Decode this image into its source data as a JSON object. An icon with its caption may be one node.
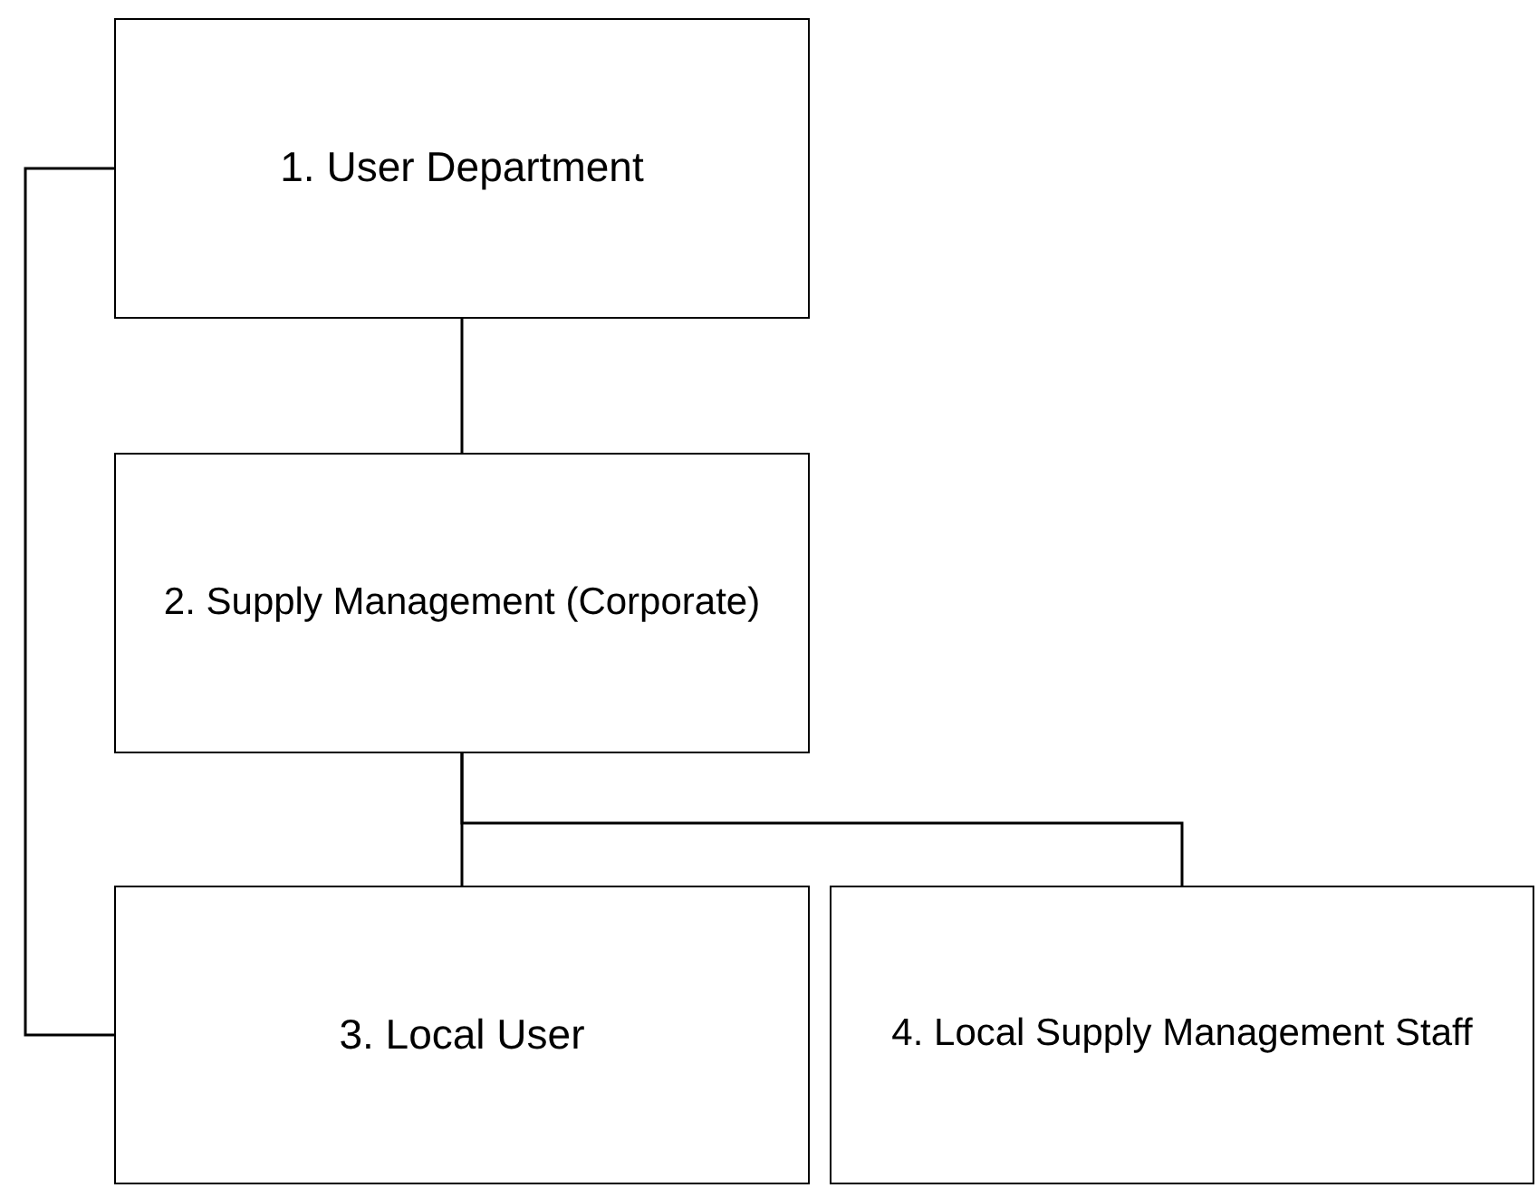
{
  "diagram": {
    "nodes": [
      {
        "text": [
          "1. User Department"
        ]
      },
      {
        "text": [
          "2. Supply Management (Corporate)"
        ]
      },
      {
        "text": [
          "3. Local User"
        ]
      },
      {
        "text": [
          "4. Local Supply Management Staff"
        ]
      }
    ],
    "edges": [
      {
        "from": 0,
        "to": 1,
        "arrow": "none"
      },
      {
        "from": 1,
        "to": 2,
        "arrow": "none"
      },
      {
        "from": 1,
        "to": 3,
        "arrow": "none"
      },
      {
        "from": 0,
        "to": 2,
        "arrow": "none"
      }
    ]
  }
}
